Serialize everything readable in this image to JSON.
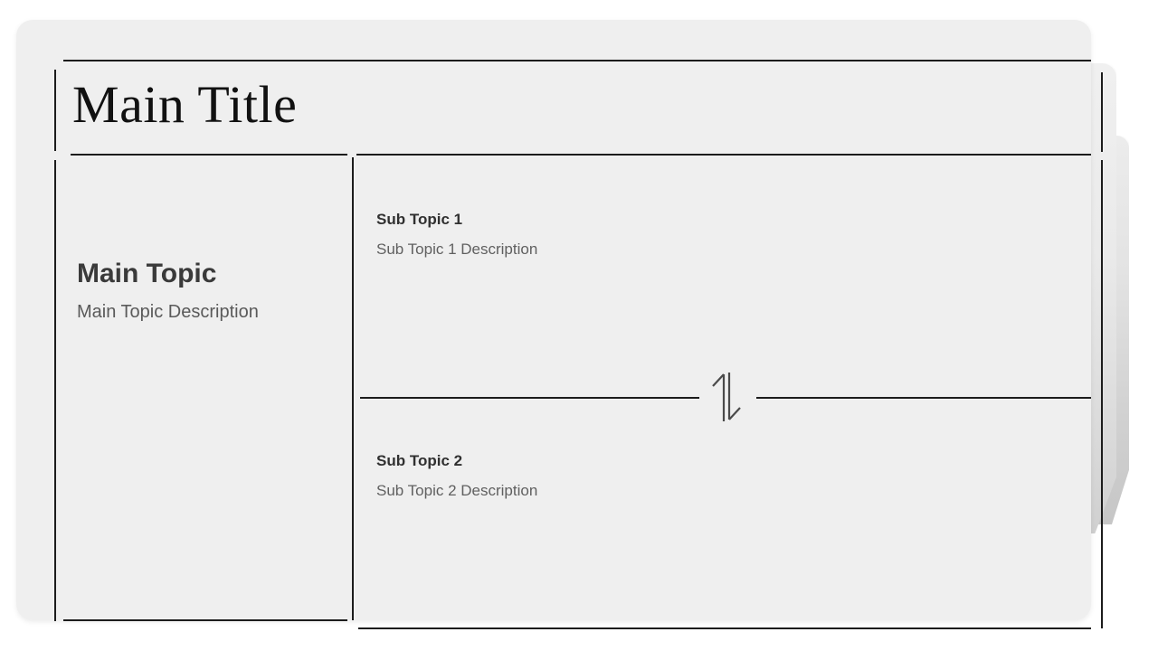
{
  "slide": {
    "title": "Main Title",
    "background_color": "#efefef",
    "page_background_color": "#ffffff",
    "stroke_color": "#1c1c1c"
  },
  "left_column": {
    "topic_title": "Main Topic",
    "topic_description": "Main Topic Description",
    "title_color": "#3a3a3a",
    "description_color": "#5a5a5a"
  },
  "right_column": {
    "divider_icon": "up-down-arrows-icon",
    "subtopics": [
      {
        "title": "Sub Topic 1",
        "description": "Sub Topic 1 Description"
      },
      {
        "title": "Sub Topic 2",
        "description": "Sub Topic 2 Description"
      }
    ]
  }
}
